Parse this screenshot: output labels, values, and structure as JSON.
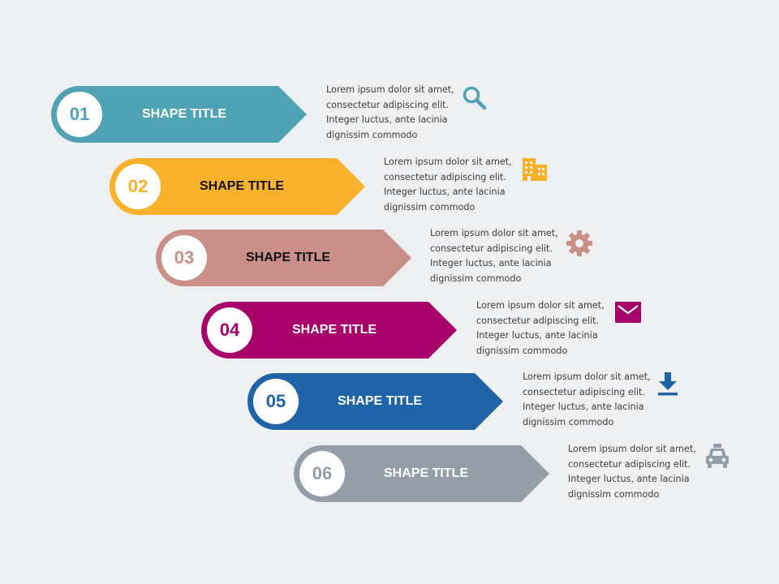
{
  "steps": [
    {
      "number": "01",
      "title": "SHAPE TITLE",
      "color": "#4fa3b5",
      "title_color": "#ffffff",
      "icon": "search-icon",
      "desc": [
        "Lorem ipsum dolor sit amet,",
        "consectetur adipiscing elit.",
        "Integer luctus, ante lacinia",
        "dignissim commodo"
      ]
    },
    {
      "number": "02",
      "title": "SHAPE TITLE",
      "color": "#fbb12a",
      "title_color": "#111111",
      "icon": "building-icon",
      "desc": [
        "Lorem ipsum dolor sit amet,",
        "consectetur adipiscing elit.",
        "Integer luctus, ante lacinia",
        "dignissim commodo"
      ]
    },
    {
      "number": "03",
      "title": "SHAPE TITLE",
      "color": "#cb8f89",
      "title_color": "#111111",
      "icon": "gear-icon",
      "desc": [
        "Lorem ipsum dolor sit amet,",
        "consectetur adipiscing elit.",
        "Integer luctus, ante lacinia",
        "dignissim commodo"
      ]
    },
    {
      "number": "04",
      "title": "SHAPE TITLE",
      "color": "#a7006a",
      "title_color": "#ffffff",
      "icon": "mail-icon",
      "desc": [
        "Lorem ipsum dolor sit amet,",
        "consectetur adipiscing elit.",
        "Integer luctus, ante lacinia",
        "dignissim commodo"
      ]
    },
    {
      "number": "05",
      "title": "SHAPE TITLE",
      "color": "#2064a8",
      "title_color": "#ffffff",
      "icon": "download-icon",
      "desc": [
        "Lorem ipsum dolor sit amet,",
        "consectetur adipiscing elit.",
        "Integer luctus, ante lacinia",
        "dignissim commodo"
      ]
    },
    {
      "number": "06",
      "title": "SHAPE TITLE",
      "color": "#949ea9",
      "title_color": "#ffffff",
      "icon": "taxi-icon",
      "desc": [
        "Lorem ipsum dolor sit amet,",
        "consectetur adipiscing elit.",
        "Integer luctus, ante lacinia",
        "dignissim commodo"
      ]
    }
  ]
}
